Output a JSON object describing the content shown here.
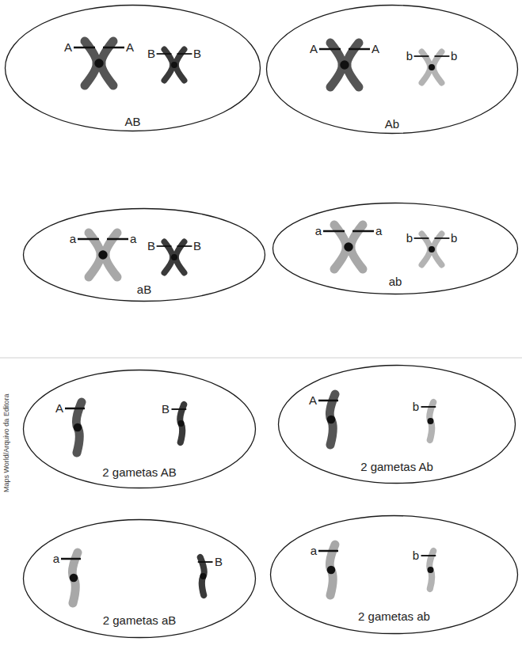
{
  "diagram": {
    "nodes": [
      {
        "text": [
          "AB"
        ]
      },
      {
        "text": [
          "Ab"
        ]
      },
      {
        "text": [
          "aB"
        ]
      },
      {
        "text": [
          "ab"
        ]
      },
      {
        "text": [
          "2 gametas AB"
        ]
      },
      {
        "text": [
          "2 gametas Ab"
        ]
      },
      {
        "text": [
          "2 gametas aB"
        ]
      },
      {
        "text": [
          "2 gametas ab"
        ]
      }
    ],
    "labels": [
      "A",
      "A",
      "B",
      "B",
      "A",
      "A",
      "b",
      "b",
      "a",
      "a",
      "B",
      "B",
      "a",
      "a",
      "b",
      "b",
      "A",
      "B",
      "A",
      "b",
      "a",
      "B",
      "a",
      "b",
      "Maps World/Arquivo da Editora"
    ]
  }
}
